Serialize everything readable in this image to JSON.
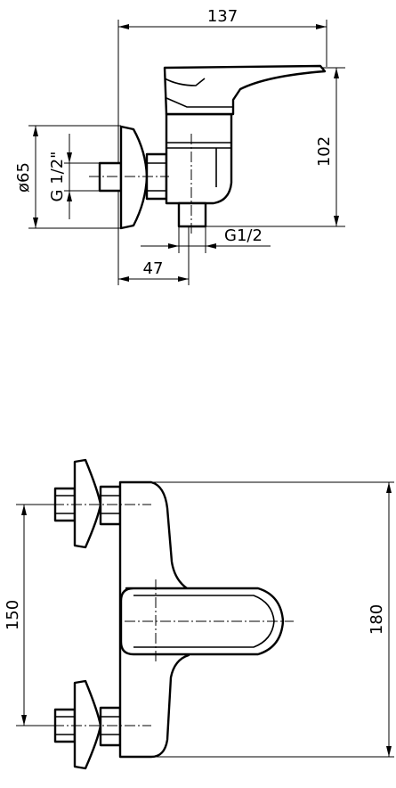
{
  "side_view": {
    "dim_width": "137",
    "dim_height": "102",
    "dim_flange_diameter": "ø65",
    "dim_inlet_thread": "G 1/2\"",
    "dim_outlet_thread": "G1/2",
    "dim_offset": "47"
  },
  "front_view": {
    "dim_inlet_spacing": "150",
    "dim_total_height": "180"
  }
}
